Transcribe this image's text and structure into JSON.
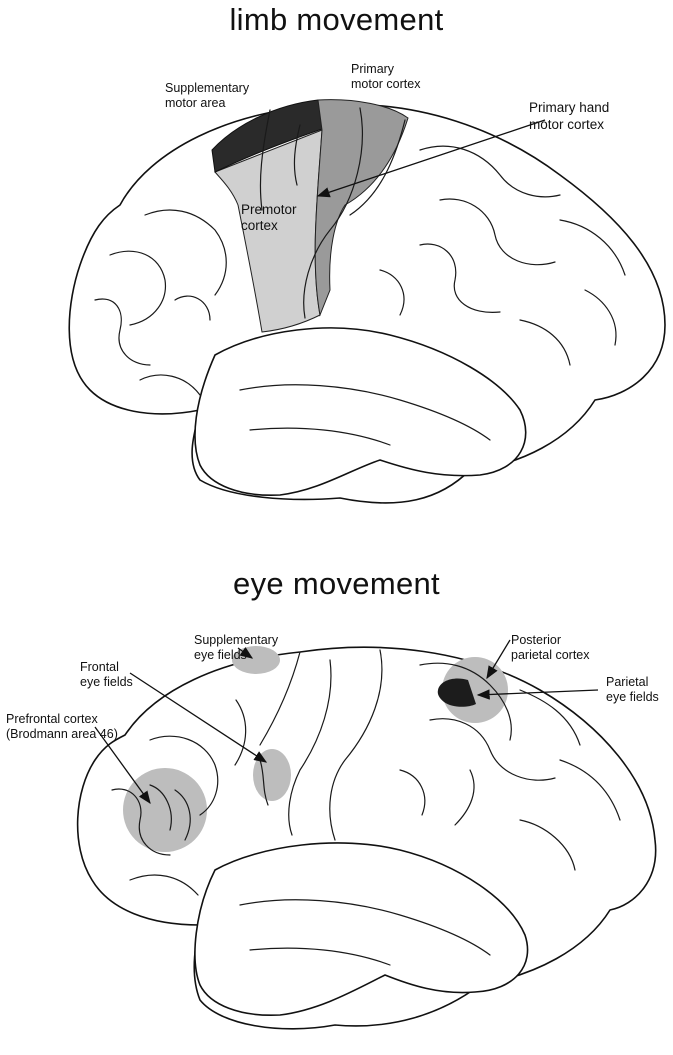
{
  "panels": {
    "limb": {
      "title": "limb movement",
      "labels": {
        "supplementary_motor_area": "Supplementary\nmotor area",
        "primary_motor_cortex": "Primary\nmotor cortex",
        "primary_hand_motor_cortex": "Primary hand\nmotor cortex",
        "premotor_cortex": "Premotor\ncortex"
      },
      "colors": {
        "supplementary_motor_area": "#2a2a2a",
        "primary_motor_cortex": "#9a9a9a",
        "premotor_cortex": "#cfcfcf"
      }
    },
    "eye": {
      "title": "eye movement",
      "labels": {
        "supplementary_eye_fields": "Supplementary\neye fields",
        "frontal_eye_fields": "Frontal\neye fields",
        "prefrontal_cortex": "Prefrontal cortex\n(Brodmann area 46)",
        "posterior_parietal_cortex": "Posterior\nparietal cortex",
        "parietal_eye_fields": "Parietal\neye fields"
      },
      "colors": {
        "shaded_region": "#bdbdbd",
        "parietal_eye_fields": "#1c1c1c"
      }
    }
  }
}
